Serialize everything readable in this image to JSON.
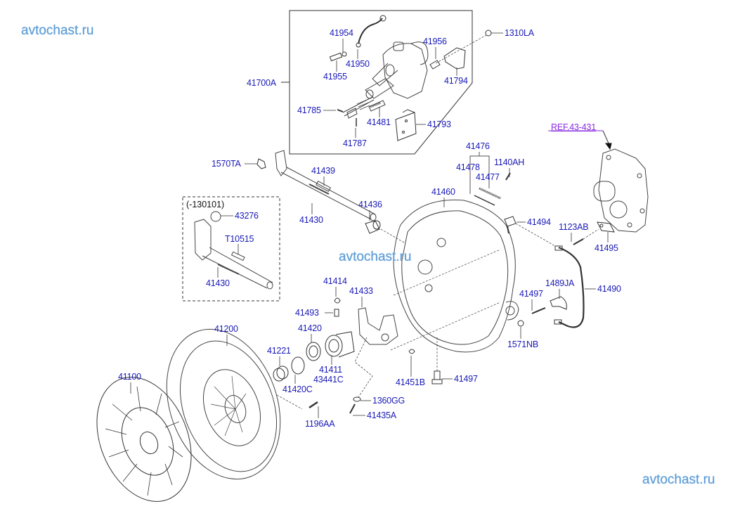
{
  "watermarks": [
    "avtochast.ru",
    "avtochast.ru",
    "avtochast.ru"
  ],
  "reference": {
    "label": "REF.43-431",
    "color": "#8a2be2"
  },
  "group_note": "(-130101)",
  "label_color": "#1a1ab8",
  "parts": {
    "p41954": "41954",
    "p41950": "41950",
    "p41955": "41955",
    "p41956": "41956",
    "p1310LA": "1310LA",
    "p41794": "41794",
    "p41700A": "41700A",
    "p41785": "41785",
    "p41481": "41481",
    "p41793": "41793",
    "p41787": "41787",
    "p1570TA": "1570TA",
    "p41439": "41439",
    "p41476": "41476",
    "p41478": "41478",
    "p1140AH": "1140AH",
    "p41477": "41477",
    "p41460": "41460",
    "p41436": "41436",
    "p41430a": "41430",
    "p43276": "43276",
    "pT10515": "T10515",
    "p41430b": "41430",
    "p41494": "41494",
    "p1123AB": "1123AB",
    "p41495": "41495",
    "p41414": "41414",
    "p41433": "41433",
    "p41493": "41493",
    "p41420": "41420",
    "p41497a": "41497",
    "p1489JA": "1489JA",
    "p41490": "41490",
    "p1571NB": "1571NB",
    "p41200": "41200",
    "p41221": "41221",
    "p41411": "41411",
    "p43441C": "43441C",
    "p41420C": "41420C",
    "p41451B": "41451B",
    "p41497b": "41497",
    "p41100": "41100",
    "p1360GG": "1360GG",
    "p1196AA": "1196AA",
    "p41435A": "41435A"
  }
}
